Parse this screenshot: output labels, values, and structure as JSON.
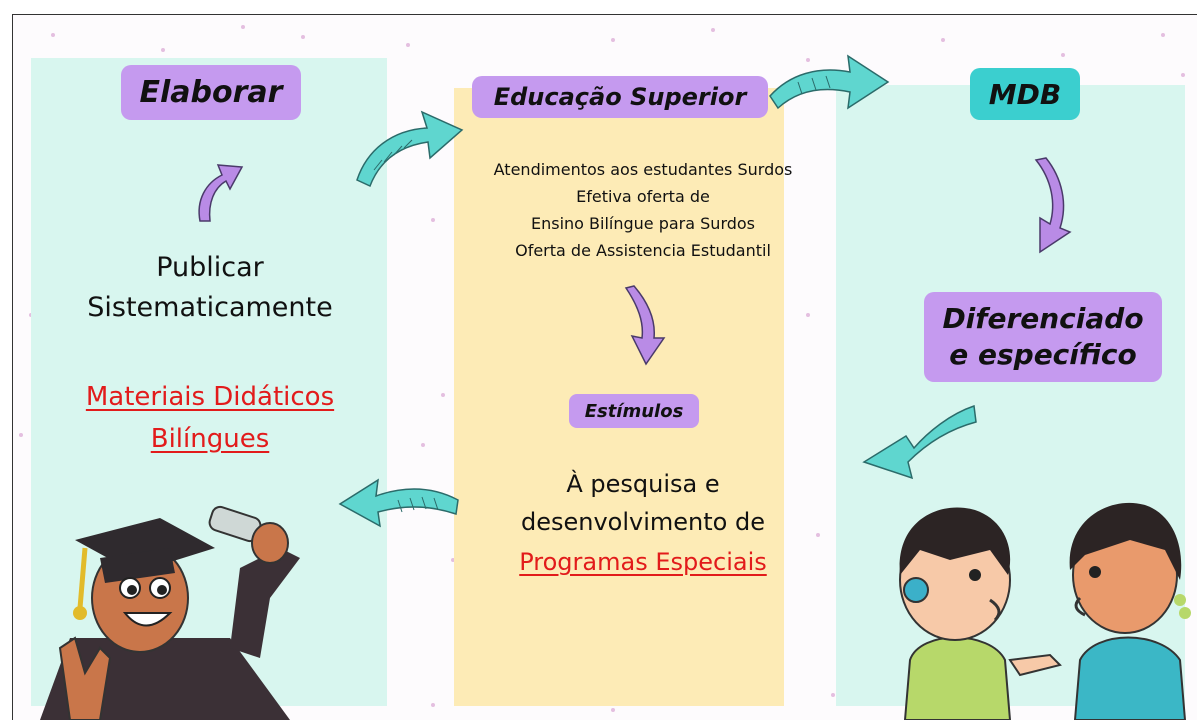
{
  "left": {
    "header": "Elaborar",
    "line1": "Publicar",
    "line2": "Sistematicamente",
    "link1": "Materiais Didáticos",
    "link2": "Bilíngues"
  },
  "middle": {
    "header": "Educação Superior",
    "items": [
      "Atendimentos aos estudantes Surdos",
      "Efetiva oferta de",
      "Ensino Bilíngue para Surdos",
      "Oferta de Assistencia Estudantil"
    ],
    "sub_header": "Estímulos",
    "body1": "À pesquisa e",
    "body2": "desenvolvimento de",
    "link": "Programas Especiais"
  },
  "right": {
    "header": "MDB",
    "box_line1": "Diferenciado",
    "box_line2": "e específico"
  },
  "colors": {
    "purple": "#c59aef",
    "teal": "#3bcfcf",
    "mint_panel": "#d8f6ef",
    "yellow_panel": "#fdebb6",
    "link_red": "#e21b1b",
    "arrow_teal": "#5fd6cf",
    "arrow_purple": "#b98be6"
  },
  "illustrations": [
    "graduate-student-illustration",
    "deaf-children-conversation-illustration"
  ]
}
